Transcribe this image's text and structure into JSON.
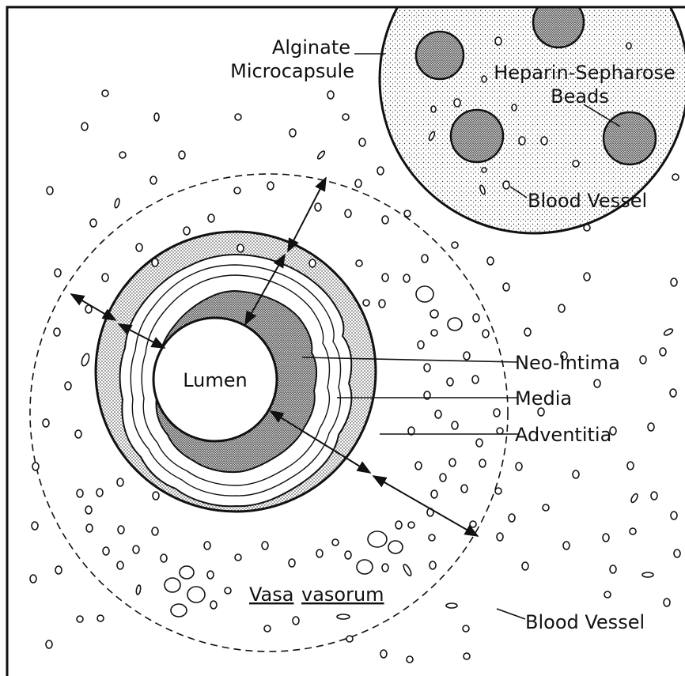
{
  "labels": {
    "alginate_line1": "Alginate",
    "alginate_line2": "Microcapsule",
    "heparin_line1": "Heparin-Sepharose",
    "heparin_line2": "Beads",
    "blood_vessel_capsule": "Blood Vessel",
    "lumen": "Lumen",
    "neo_intima": "Neo-Intima",
    "media": "Media",
    "adventitia": "Adventitia",
    "vasa_word1": "Vasa",
    "vasa_word2": "vasorum",
    "blood_vessel_tissue": "Blood Vessel"
  },
  "colors": {
    "ink": "#111111",
    "background": "#ffffff",
    "stipple_light": "#d9d9d9",
    "stipple_medium": "#bdbdbd",
    "stipple_dark": "#8c8c8c"
  }
}
